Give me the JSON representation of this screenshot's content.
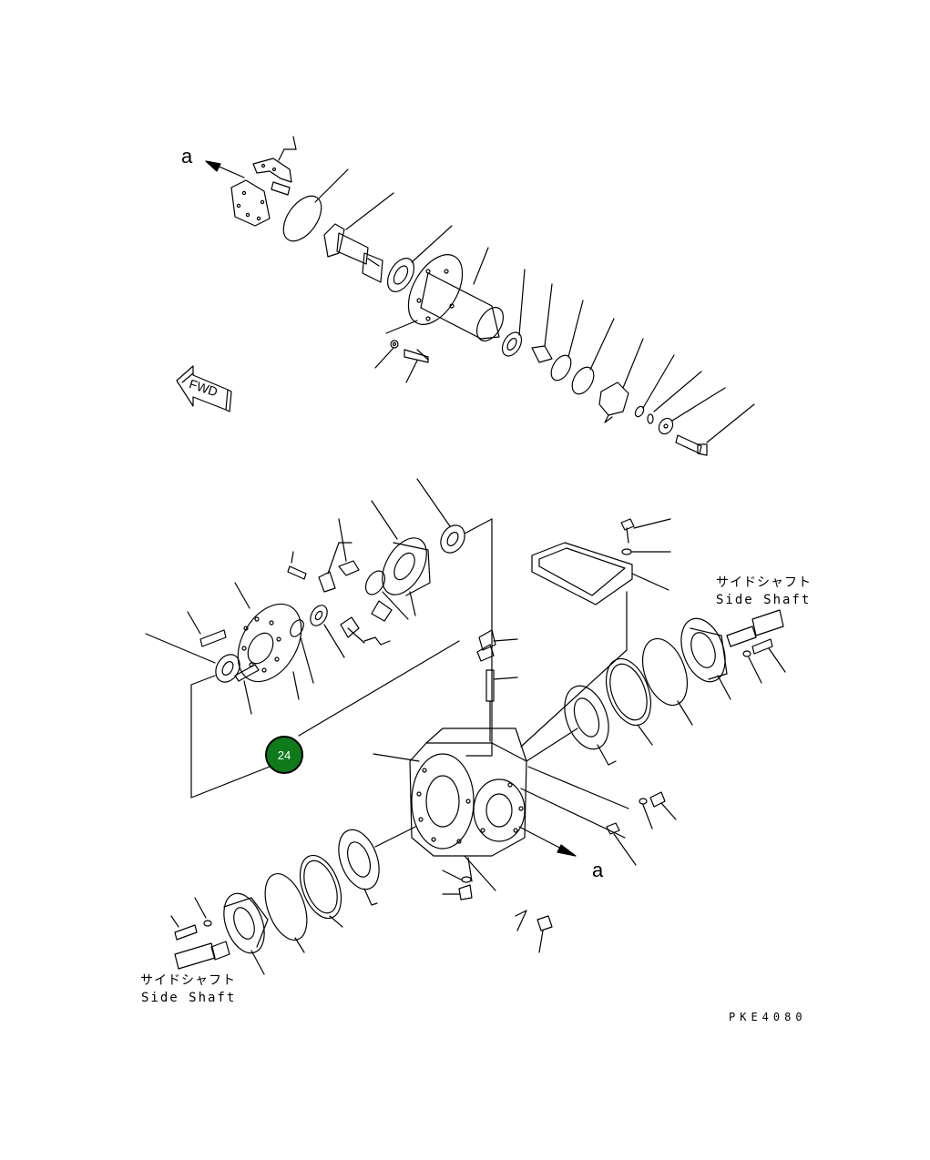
{
  "diagram": {
    "arrow_label_top": "a",
    "arrow_label_bottom": "a",
    "fwd_label": "FWD",
    "side_shaft_right_jp": "サイドシャフト",
    "side_shaft_right_en": "Side Shaft",
    "side_shaft_left_jp": "サイドシャフト",
    "side_shaft_left_en": "Side Shaft",
    "drawing_code": "PKE4080",
    "callout_number": "24",
    "callout_color": "#0e7a1a",
    "line_color": "#000000"
  }
}
